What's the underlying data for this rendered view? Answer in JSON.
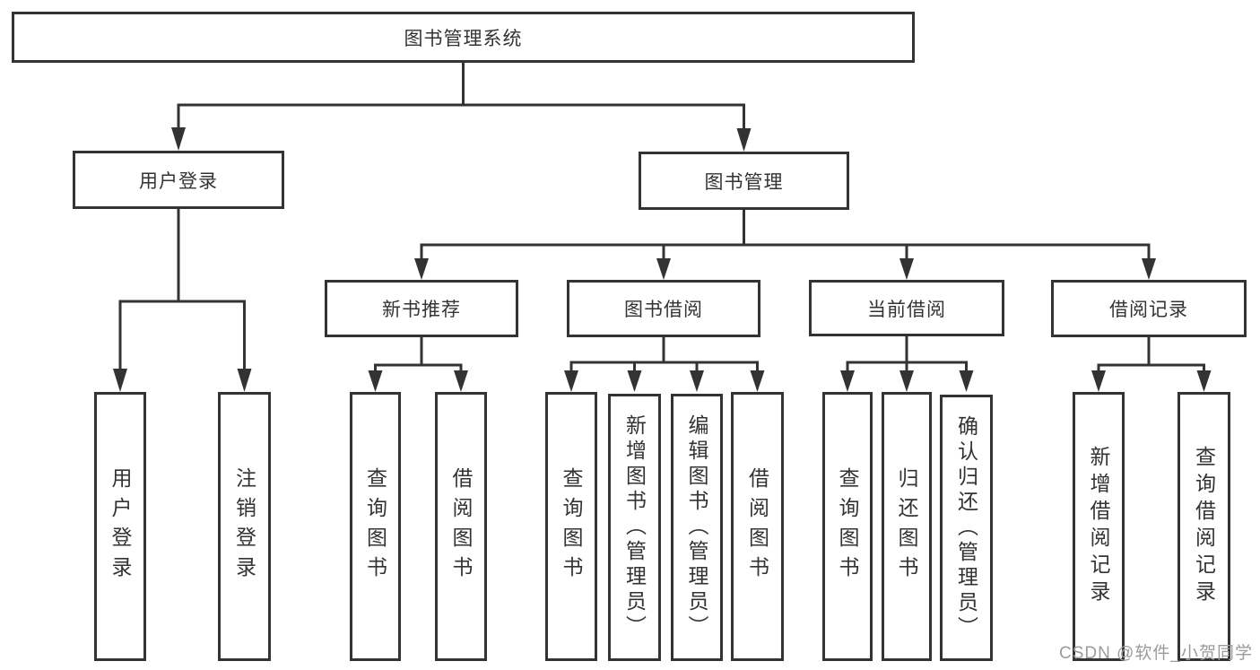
{
  "diagram": {
    "root_label": "图书管理系统",
    "watermark": "CSDN @软件_小贺同学",
    "colors": {
      "line": "#333333",
      "box_border": "#333333",
      "text": "#333333",
      "watermark": "#9b9b9b",
      "background": "#ffffff"
    },
    "level2": [
      {
        "label": "用户登录"
      },
      {
        "label": "图书管理"
      }
    ],
    "level3": [
      {
        "label": "新书推荐"
      },
      {
        "label": "图书借阅"
      },
      {
        "label": "当前借阅"
      },
      {
        "label": "借阅记录"
      }
    ],
    "leaves": {
      "user_login": [
        "用户登录",
        "注销登录"
      ],
      "new_book_recommend": [
        "查询图书",
        "借阅图书"
      ],
      "book_borrow": [
        "查询图书",
        "新增图书（管理员）",
        "编辑图书（管理员）",
        "借阅图书"
      ],
      "current_borrow": [
        "查询图书",
        "归还图书",
        "确认归还（管理员）"
      ],
      "borrow_record": [
        "新增借阅记录",
        "查询借阅记录"
      ]
    }
  }
}
